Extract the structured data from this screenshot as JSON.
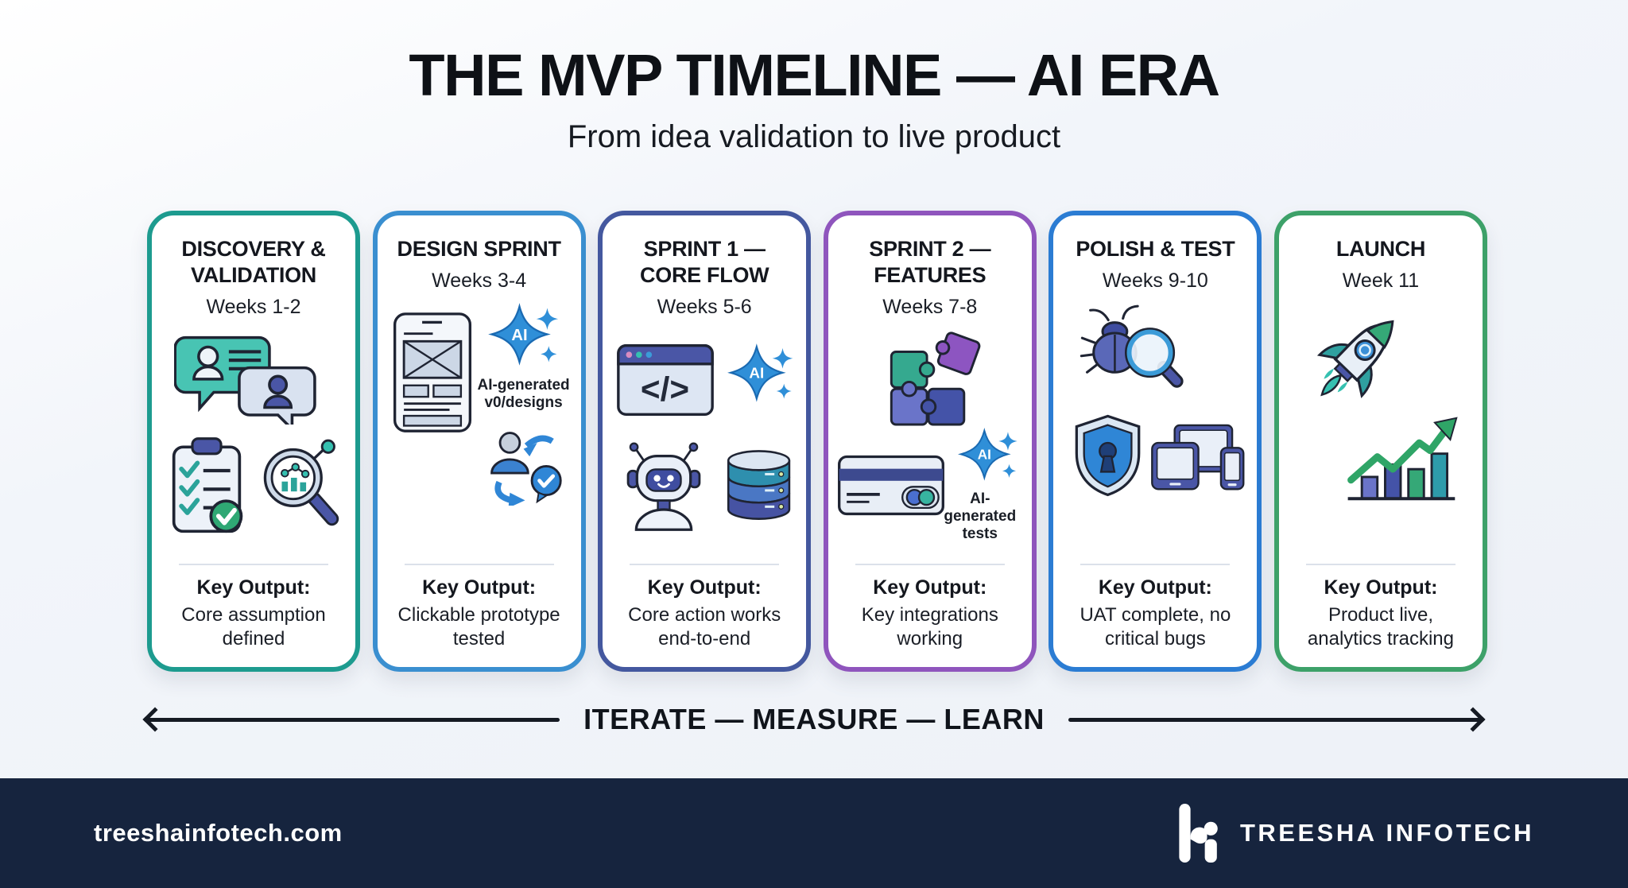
{
  "header": {
    "title": "THE MVP TIMELINE — AI ERA",
    "subtitle": "From idea validation to live product"
  },
  "cards": [
    {
      "title": "DISCOVERY & VALIDATION",
      "weeks": "Weeks 1-2",
      "key_output_label": "Key Output:",
      "key_output": "Core assumption defined",
      "border_color": "#1d9b8f",
      "icons": [
        "chat-bubbles",
        "clipboard-checklist",
        "magnifier-analytics"
      ]
    },
    {
      "title": "DESIGN SPRINT",
      "weeks": "Weeks 3-4",
      "key_output_label": "Key Output:",
      "key_output": "Clickable prototype tested",
      "border_color": "#3a8fd0",
      "ai_caption": "AI-generated v0/designs",
      "icons": [
        "phone-wireframe",
        "ai-sparkle",
        "user-feedback-loop"
      ]
    },
    {
      "title": "SPRINT 1 — CORE FLOW",
      "weeks": "Weeks 5-6",
      "key_output_label": "Key Output:",
      "key_output": "Core action works end-to-end",
      "border_color": "#44589f",
      "icons": [
        "code-window",
        "ai-sparkle",
        "robot",
        "database"
      ]
    },
    {
      "title": "SPRINT 2 — FEATURES",
      "weeks": "Weeks 7-8",
      "key_output_label": "Key Output:",
      "key_output": "Key integrations working",
      "border_color": "#8f55bd",
      "ai_caption": "AI-generated tests",
      "icons": [
        "puzzle-pieces",
        "credit-card",
        "ai-sparkle"
      ]
    },
    {
      "title": "POLISH & TEST",
      "weeks": "Weeks 9-10",
      "key_output_label": "Key Output:",
      "key_output": "UAT complete, no critical bugs",
      "border_color": "#2b7cd3",
      "icons": [
        "bug-magnifier",
        "security-shield",
        "responsive-devices"
      ]
    },
    {
      "title": "LAUNCH",
      "weeks": "Week 11",
      "key_output_label": "Key Output:",
      "key_output": "Product live, analytics tracking",
      "border_color": "#3da169",
      "icons": [
        "rocket",
        "growth-chart"
      ]
    }
  ],
  "iterate_banner": {
    "text": "ITERATE — MEASURE — LEARN"
  },
  "footer": {
    "website": "treeshainfotech.com",
    "brand": "TREESHA INFOTECH"
  },
  "glyphs": {
    "ai": "AI",
    "code": "</>"
  },
  "colors": {
    "background": "#eff3f8",
    "footer_bg": "#16243e",
    "teal": "#35b3a4",
    "blue": "#2f8fd8",
    "indigo": "#4a56a6",
    "purple": "#8f55bd",
    "green": "#2fa874",
    "arrow": "#151a23"
  }
}
